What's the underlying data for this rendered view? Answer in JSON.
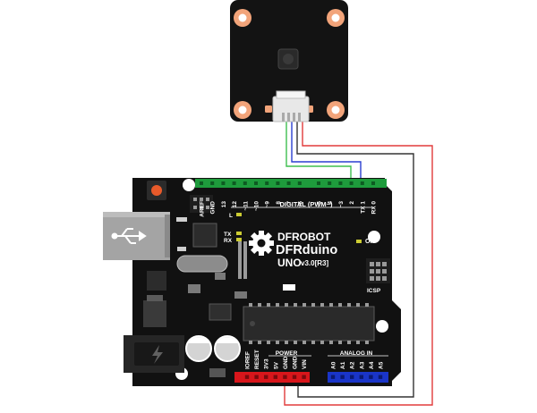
{
  "board": {
    "brand": "DFROBOT",
    "model": "DFRduino",
    "variant": "UNO",
    "version": "v3.0[R3]",
    "digital_header_label": "DIGITAL (PWM~)",
    "digital_pins": [
      "AREF",
      "GND",
      "13",
      "12",
      "~11",
      "~10",
      "~9",
      "8",
      "7",
      "~6",
      "~5",
      "4",
      "~3",
      "2",
      "TX 1",
      "RX 0"
    ],
    "power_header_label": "POWER",
    "power_pins": [
      "IOREF",
      "RESET",
      "3V3",
      "5V",
      "GND",
      "GND",
      "VIN"
    ],
    "analog_header_label": "ANALOG IN",
    "analog_pins": [
      "A0",
      "A1",
      "A2",
      "A3",
      "A4",
      "A5"
    ],
    "led_l": "L",
    "led_tx": "TX",
    "led_rx": "RX",
    "led_on": "ON",
    "icsp_label": "ICSP"
  },
  "colors": {
    "pcb": "#111111",
    "digital_header": "#1e9b3c",
    "power_header": "#d8161b",
    "analog_header": "#1a35c8",
    "wire_green": "#3fbf4f",
    "wire_blue": "#2b3fd0",
    "wire_black": "#333333",
    "wire_red": "#e23b3b",
    "pad": "#f2a47a"
  }
}
